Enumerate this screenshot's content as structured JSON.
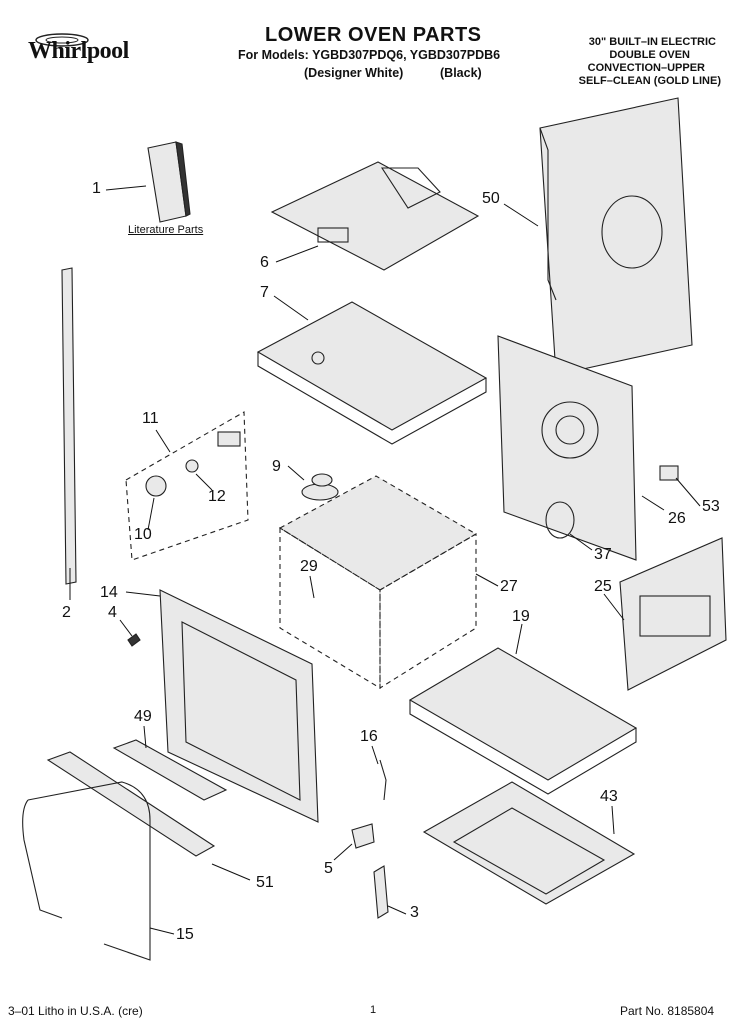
{
  "brand": {
    "name": "Whirlpool"
  },
  "header": {
    "title": "LOWER OVEN PARTS",
    "models_line": "For Models: YGBD307PDQ6, YGBD307PDB6",
    "variant_white": "(Designer White)",
    "variant_black": "(Black)",
    "description": [
      "30\" BUILT–IN ELECTRIC",
      "DOUBLE OVEN",
      "CONVECTION–UPPER",
      "SELF–CLEAN (GOLD LINE)"
    ]
  },
  "literature_label": "Literature Parts",
  "callouts": {
    "c1": "1",
    "c2": "2",
    "c3": "3",
    "c4": "4",
    "c5": "5",
    "c6": "6",
    "c7": "7",
    "c9": "9",
    "c10": "10",
    "c11": "11",
    "c12": "12",
    "c14": "14",
    "c15": "15",
    "c16": "16",
    "c19": "19",
    "c25": "25",
    "c26": "26",
    "c27": "27",
    "c29": "29",
    "c37": "37",
    "c43": "43",
    "c49": "49",
    "c50": "50",
    "c51": "51",
    "c53": "53"
  },
  "footer": {
    "left": "3–01 Litho in U.S.A. (cre)",
    "page": "1",
    "part_no": "Part No. 8185804"
  }
}
